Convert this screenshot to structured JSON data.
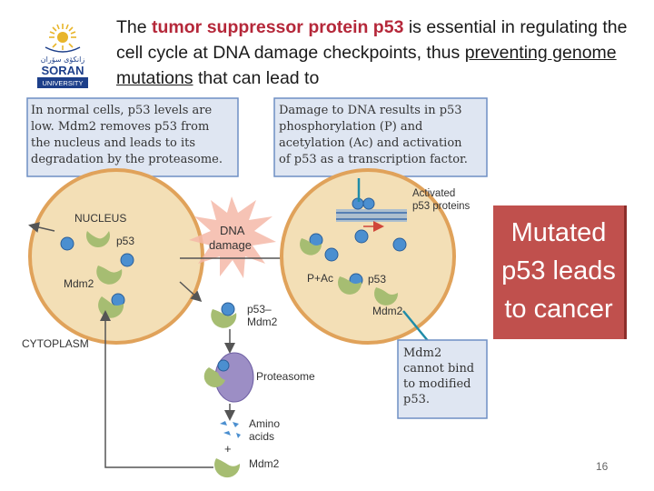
{
  "logo": {
    "line1": "زانكۆی سۆران",
    "line2": "SORAN",
    "line3": "UNIVERSITY",
    "icon": "sun-emblem-icon"
  },
  "title": {
    "part1": "The ",
    "emphasis": "tumor suppressor protein p53",
    "part2": " is essential in regulating the cell cycle at DNA damage checkpoints, thus ",
    "underlined": "preventing genome mutations",
    "part3": " that can lead to"
  },
  "diagram": {
    "box_left": [
      "In normal cells, p53 levels are",
      "low. Mdm2 removes p53 from",
      "the nucleus and leads to its",
      "degradation by the proteasome."
    ],
    "box_right": [
      "Damage to DNA results in p53",
      "phosphorylation (P) and",
      "acetylation (Ac) and activation",
      "of p53 as a transcription factor."
    ],
    "box_bottom": [
      "Mdm2",
      "cannot bind",
      "to modified",
      "p53."
    ],
    "nucleus": "NUCLEUS",
    "cytoplasm": "CYTOPLASM",
    "dna_damage": [
      "DNA",
      "damage"
    ],
    "p53": "p53",
    "mdm2": "Mdm2",
    "p53_mdm2": [
      "p53–",
      "Mdm2"
    ],
    "proteasome": "Proteasome",
    "amino_acids": [
      "Amino",
      "acids"
    ],
    "plus": "+",
    "p_ac": "P+Ac",
    "activated": [
      "Activated",
      "p53 proteins"
    ]
  },
  "callout": {
    "lines": [
      "Mutated",
      "p53 leads",
      "to cancer"
    ],
    "color": "#c0504d"
  },
  "page_number": "16",
  "colors": {
    "emphasis": "#b5283a",
    "box_fill": "#dfe6f2",
    "box_border": "#6f8fc4",
    "cell_fill": "#f3dfb6",
    "cell_border": "#e0a25a",
    "mdm2": "#a6bd72",
    "p53": "#4b8fd0",
    "proteasome": "#9c8ec5"
  }
}
